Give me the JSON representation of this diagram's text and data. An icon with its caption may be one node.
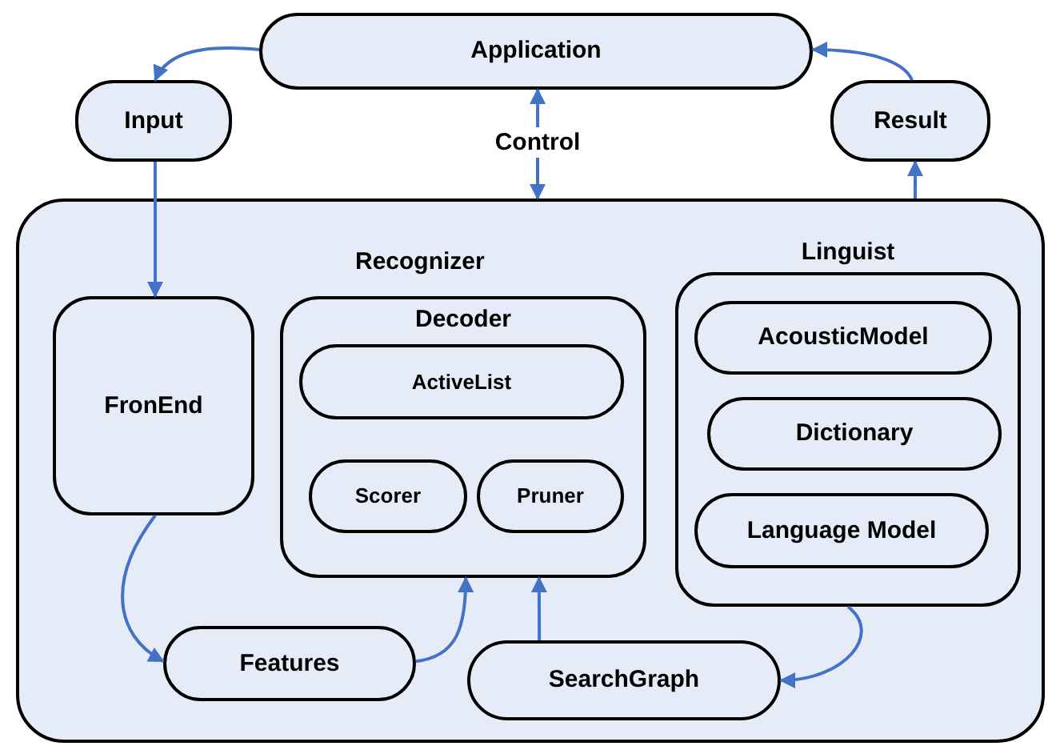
{
  "diagram": {
    "nodes": [
      {
        "text": [
          "Application"
        ]
      },
      {
        "text": [
          "Input"
        ]
      },
      {
        "text": [
          "Result"
        ]
      },
      {
        "text": [
          "Recognizer"
        ]
      },
      {
        "text": [
          "FronEnd"
        ],
        "in": 3
      },
      {
        "text": [
          "Decoder"
        ],
        "in": 3
      },
      {
        "text": [
          "ActiveList"
        ],
        "in": 5
      },
      {
        "text": [
          "Scorer"
        ],
        "in": 5
      },
      {
        "text": [
          "Pruner"
        ],
        "in": 5
      },
      {
        "text": [
          "Linguist"
        ],
        "in": 3
      },
      {
        "text": [
          "AcousticModel"
        ],
        "in": 9
      },
      {
        "text": [
          "Dictionary"
        ],
        "in": 9
      },
      {
        "text": [
          "Language Model"
        ],
        "in": 9
      },
      {
        "text": [
          "Features"
        ],
        "in": 3
      },
      {
        "text": [
          "SearchGraph"
        ],
        "in": 3
      }
    ],
    "edges": [
      {
        "from": 0,
        "to": 1,
        "arrow": "to"
      },
      {
        "from": 2,
        "to": 0,
        "arrow": "to"
      },
      {
        "from": 0,
        "to": 3,
        "arrow": "both",
        "label": "Control"
      },
      {
        "from": 3,
        "to": 2,
        "arrow": "to"
      },
      {
        "from": 1,
        "to": 4,
        "arrow": "to"
      },
      {
        "from": 4,
        "to": 13,
        "arrow": "to"
      },
      {
        "from": 13,
        "to": 5,
        "arrow": "to"
      },
      {
        "from": 14,
        "to": 5,
        "arrow": "to"
      },
      {
        "from": 9,
        "to": 14,
        "arrow": "to"
      }
    ]
  }
}
